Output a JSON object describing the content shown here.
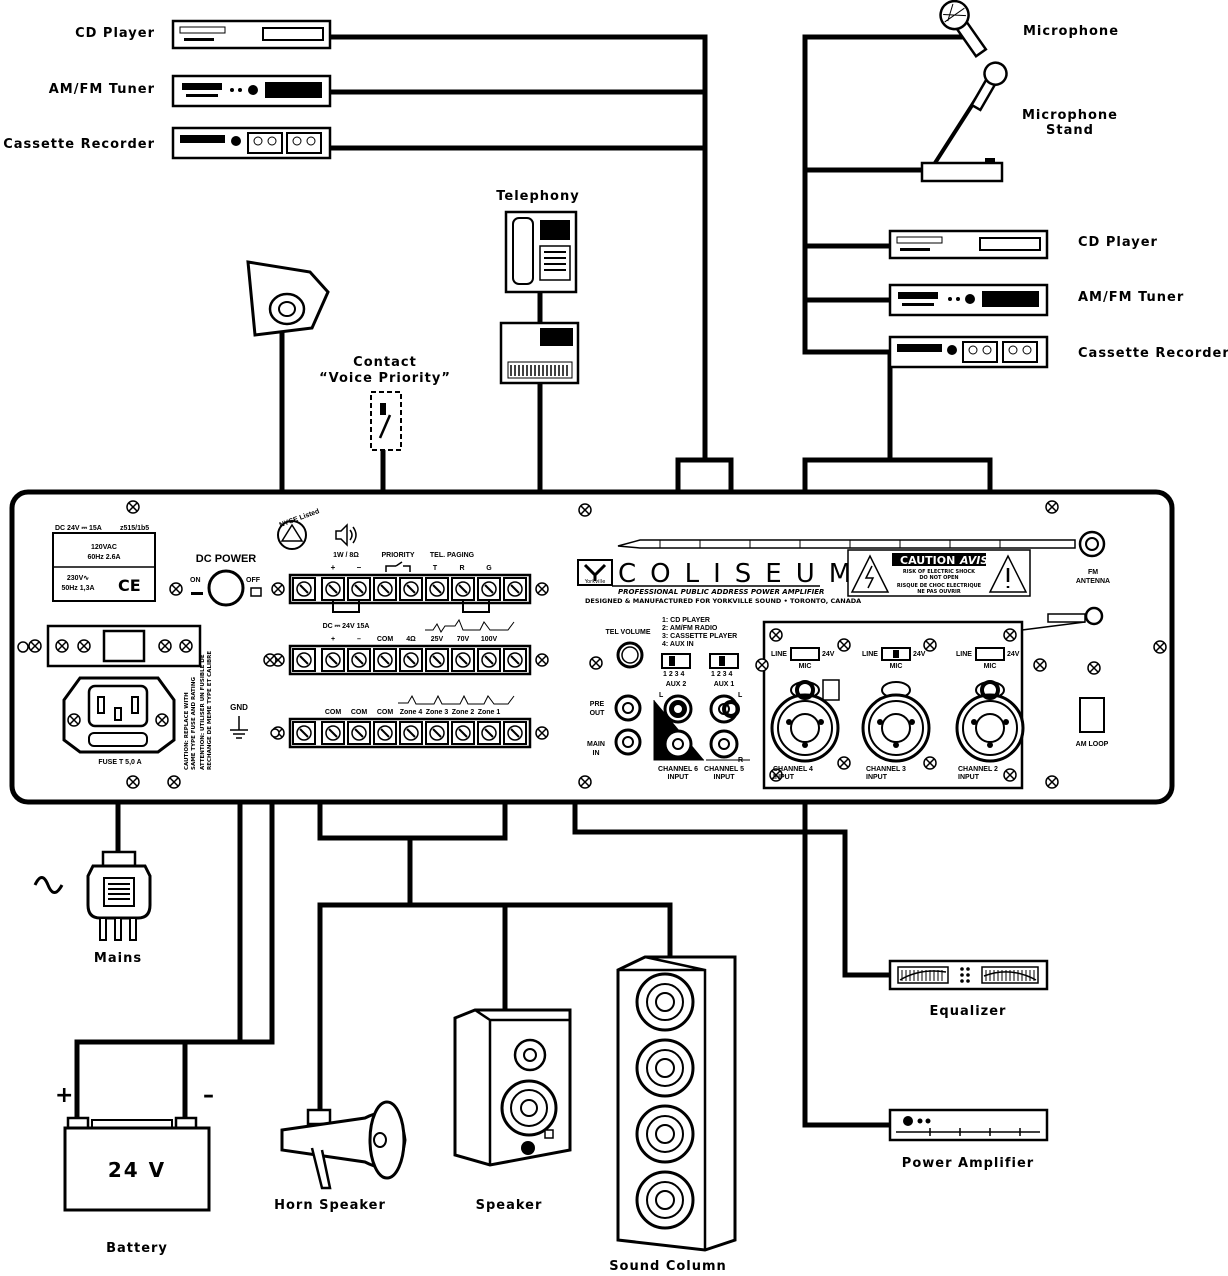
{
  "left_sources": {
    "cd_player": "CD Player",
    "tuner": "AM/FM Tuner",
    "cassette": "Cassette Recorder"
  },
  "right_sources": {
    "microphone": "Microphone",
    "mic_stand": [
      "Microphone",
      "Stand"
    ],
    "cd_player": "CD Player",
    "tuner": "AM/FM Tuner",
    "cassette": "Cassette Recorder"
  },
  "telephony": "Telephony",
  "contact": [
    "Contact",
    "“Voice Priority”"
  ],
  "outputs": {
    "mains": "Mains",
    "battery": "Battery",
    "battery_voltage": "24 V",
    "plus": "+",
    "minus": "–",
    "horn": "Horn Speaker",
    "speaker": "Speaker",
    "column": "Sound Column",
    "equalizer": "Equalizer",
    "power_amp": "Power Amplifier"
  },
  "panel": {
    "dc_rating": "DC 24V ⎓ 15A",
    "model_code": "z515/1b5",
    "ac_120": [
      "120VAC",
      "60Hz  2.6A"
    ],
    "ac_230": [
      "230V∿",
      "50Hz  1,3A"
    ],
    "ce": "CE",
    "dc_power": "DC POWER",
    "on": "ON",
    "off": "OFF",
    "nyce": "NYCE Listed",
    "speaker_rating": "1W / 8Ω",
    "plus": "+",
    "minus": "–",
    "priority": "PRIORITY",
    "tel_paging": "TEL. PAGING",
    "t": "T",
    "r": "R",
    "g": "G",
    "dc_out": "DC ⎓ 24V 15A",
    "com": "COM",
    "ohm4": "4Ω",
    "v25": "25V",
    "v70": "70V",
    "v100": "100V",
    "gnd": "GND",
    "zone_row": [
      "COM",
      "COM",
      "COM",
      "Zone 4",
      "Zone 3",
      "Zone 2",
      "Zone 1"
    ],
    "caution_side": [
      "CAUTION: REPLACE WITH",
      "SAME TYPE FUSE AND RATING",
      "ATTENTION: UTILISER UN FUSIBLE DE",
      "RECHANGE DE MEME TYPE ET CALIBRE"
    ],
    "fuse": "FUSE T 5,0 A",
    "brand": "COLISEUM",
    "yorkville": "Yorkville",
    "subtitle": "PROFESSIONAL PUBLIC ADDRESS POWER AMPLIFIER",
    "designed": "DESIGNED & MANUFACTURED FOR YORKVILLE SOUND • TORONTO, CANADA",
    "caution": "CAUTION",
    "avis": "AVIS",
    "warn_lines": [
      "RISK OF ELECTRIC SHOCK",
      "DO NOT OPEN",
      "RISQUE DE CHOC ELECTRIQUE",
      "NE PAS OUVRIR"
    ],
    "fm_antenna": [
      "FM",
      "ANTENNA"
    ],
    "aux_list": [
      "1: CD PLAYER",
      "2: AM/FM RADIO",
      "3: CASSETTE PLAYER",
      "4: AUX IN"
    ],
    "tel_volume": "TEL VOLUME",
    "pre_out": [
      "PRE",
      "OUT"
    ],
    "main_in": [
      "MAIN",
      "IN"
    ],
    "aux2": "AUX 2",
    "aux1": "AUX 1",
    "aux_nums": "1  2  3  4",
    "l": "L",
    "r_ch": "R",
    "ch6": [
      "CHANNEL 6",
      "INPUT"
    ],
    "ch5": [
      "CHANNEL 5",
      "INPUT"
    ],
    "line": "LINE",
    "v24": "24V",
    "mic": "MIC",
    "ch4": [
      "CHANNEL 4",
      "INPUT"
    ],
    "ch3": [
      "CHANNEL 3",
      "INPUT"
    ],
    "ch2": [
      "CHANNEL 2",
      "INPUT"
    ],
    "am_loop": "AM LOOP"
  }
}
